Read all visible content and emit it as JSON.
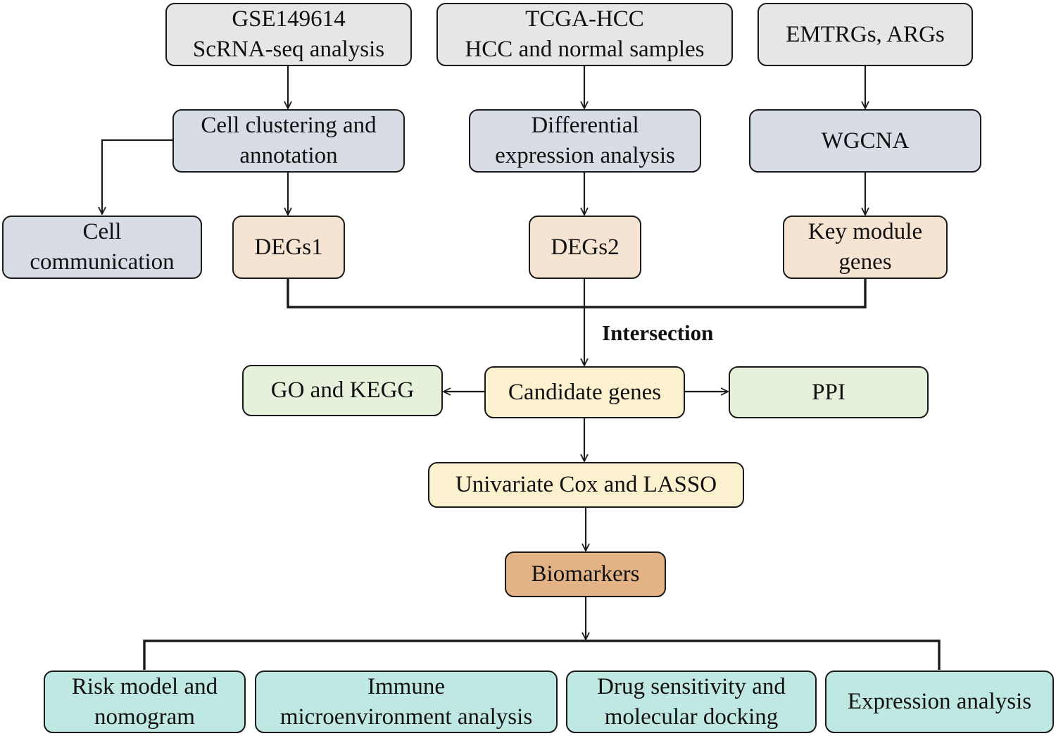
{
  "diagram": {
    "nodes": {
      "gse": {
        "line1": "GSE149614",
        "line2": "ScRNA-seq analysis"
      },
      "tcga": {
        "line1": "TCGA-HCC",
        "line2": "HCC and normal samples"
      },
      "emt": {
        "line1": "EMTRGs, ARGs"
      },
      "cluster": {
        "line1": "Cell clustering and",
        "line2": "annotation"
      },
      "dea": {
        "line1": "Differential",
        "line2": "expression analysis"
      },
      "wgcna": {
        "line1": "WGCNA"
      },
      "cellcomm": {
        "line1": "Cell",
        "line2": "communication"
      },
      "degs1": {
        "line1": "DEGs1"
      },
      "degs2": {
        "line1": "DEGs2"
      },
      "keymod": {
        "line1": "Key module",
        "line2": "genes"
      },
      "gokegg": {
        "line1": "GO and KEGG"
      },
      "candidate": {
        "line1": "Candidate genes"
      },
      "ppi": {
        "line1": "PPI"
      },
      "cox": {
        "line1": "Univariate Cox and LASSO"
      },
      "biomarkers": {
        "line1": "Biomarkers"
      },
      "risk": {
        "line1": "Risk model and",
        "line2": "nomogram"
      },
      "immune": {
        "line1": "Immune",
        "line2": "microenvironment analysis"
      },
      "drug": {
        "line1": "Drug sensitivity and",
        "line2": "molecular docking"
      },
      "expr": {
        "line1": "Expression analysis"
      }
    },
    "intersection_label": "Intersection",
    "colors": {
      "source": "#e6e6e6",
      "analysis": "#d8dce5",
      "gene_set": "#f6e4d3",
      "enrichment": "#e6f1dc",
      "candidate": "#fbf1ce",
      "biomarker": "#e3b385",
      "downstream": "#c0e8e3"
    }
  }
}
